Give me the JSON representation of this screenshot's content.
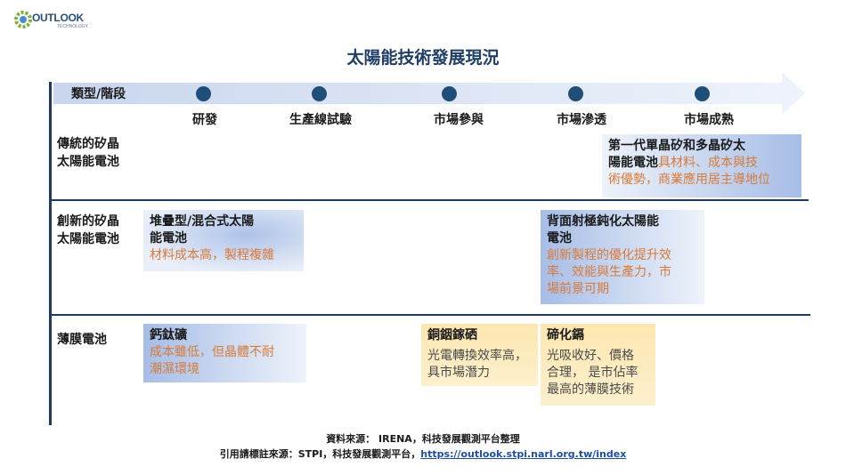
{
  "logo": {
    "name": "OUTLOOK",
    "sub": "TECHNOLOGY"
  },
  "title": "太陽能技術發展現況",
  "axis_label": "類型/階段",
  "stages": [
    "研發",
    "生產線試驗",
    "市場參與",
    "市場滲透",
    "市場成熟"
  ],
  "rows": [
    {
      "label_line1": "傳統的矽晶",
      "label_line2": "太陽能電池"
    },
    {
      "label_line1": "創新的矽晶",
      "label_line2": "太陽能電池"
    },
    {
      "label_line1": "薄膜電池",
      "label_line2": ""
    }
  ],
  "boxes": {
    "mono_poly": {
      "title_a": "第一代單晶矽和多晶矽太",
      "title_b": "陽能電池",
      "desc_a": "具材料、成本與技",
      "desc_b": "術優勢，商業應用居主導地位"
    },
    "stacked": {
      "title_a": "堆疊型/混合式太陽",
      "title_b": "能電池",
      "desc": "材料成本高，製程複雜"
    },
    "perc": {
      "title_a": "背面射極鈍化太陽能",
      "title_b": "電池",
      "desc_a": "創新製程的優化提升效",
      "desc_b": "率、效能與生產力，市",
      "desc_c": "場前景可期"
    },
    "perovskite": {
      "title": "鈣鈦礦",
      "desc_a": "成本雖低，但晶體不耐",
      "desc_b": "潮濕環境"
    },
    "cigs": {
      "title": "銅銦鎵硒",
      "desc_a": "光電轉換效率高，",
      "desc_b": "具市場潛力"
    },
    "cdte": {
      "title": "碲化鎘",
      "desc_a": "光吸收好、價格",
      "desc_b": "合理， 是市佔率",
      "desc_c": "最高的薄膜技術"
    }
  },
  "source": {
    "line1": "資料來源： IRENA，科技發展觀測平台整理",
    "line2_prefix": "引用請標註來源：STPI，科技發展觀測平台，",
    "url": "https://outlook.stpi.narl.org.tw/index"
  },
  "colors": {
    "navy": "#1f3864",
    "dot": "#1f4e79",
    "orange": "#d97a38",
    "title": "#1f3f66"
  }
}
